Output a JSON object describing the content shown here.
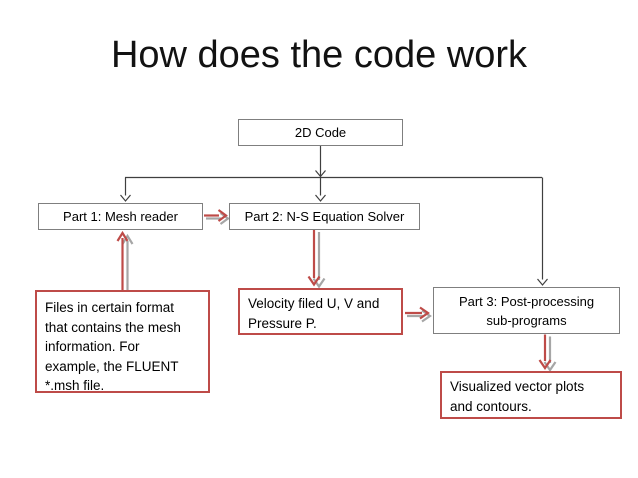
{
  "slide": {
    "title": "How does the code work"
  },
  "diagram": {
    "nodes": {
      "code2d": {
        "label": "2D Code"
      },
      "part1": {
        "label": "Part 1: Mesh reader"
      },
      "part2": {
        "label": "Part 2: N-S Equation Solver"
      },
      "part3": {
        "label": "Part 3: Post-processing\nsub-programs"
      },
      "files": {
        "label": "Files in certain format\nthat contains the mesh\ninformation. For\nexample, the FLUENT\n*.msh file."
      },
      "velocity": {
        "label": "Velocity filed U, V and\nPressure P."
      },
      "visualized": {
        "label": "Visualized vector plots\nand contours."
      }
    },
    "edges": [
      {
        "from": "code2d",
        "to": "part1",
        "style": "thin-dark"
      },
      {
        "from": "code2d",
        "to": "part2",
        "style": "thin-dark"
      },
      {
        "from": "code2d",
        "to": "part3",
        "style": "thin-dark"
      },
      {
        "from": "files",
        "to": "part1",
        "style": "thick-red-shadow"
      },
      {
        "from": "part1",
        "to": "part2",
        "style": "thick-red-shadow"
      },
      {
        "from": "part2",
        "to": "velocity",
        "style": "thick-red-shadow"
      },
      {
        "from": "velocity",
        "to": "part3",
        "style": "thick-red-shadow"
      },
      {
        "from": "part3",
        "to": "visualized",
        "style": "thick-red-shadow"
      }
    ]
  },
  "colors": {
    "accent_red": "#be4b48",
    "shadow_gray": "#a6a6a6",
    "box_border_gray": "#7f7f7f",
    "connector_dark": "#3f3f3f",
    "text": "#000000",
    "background": "#ffffff"
  }
}
